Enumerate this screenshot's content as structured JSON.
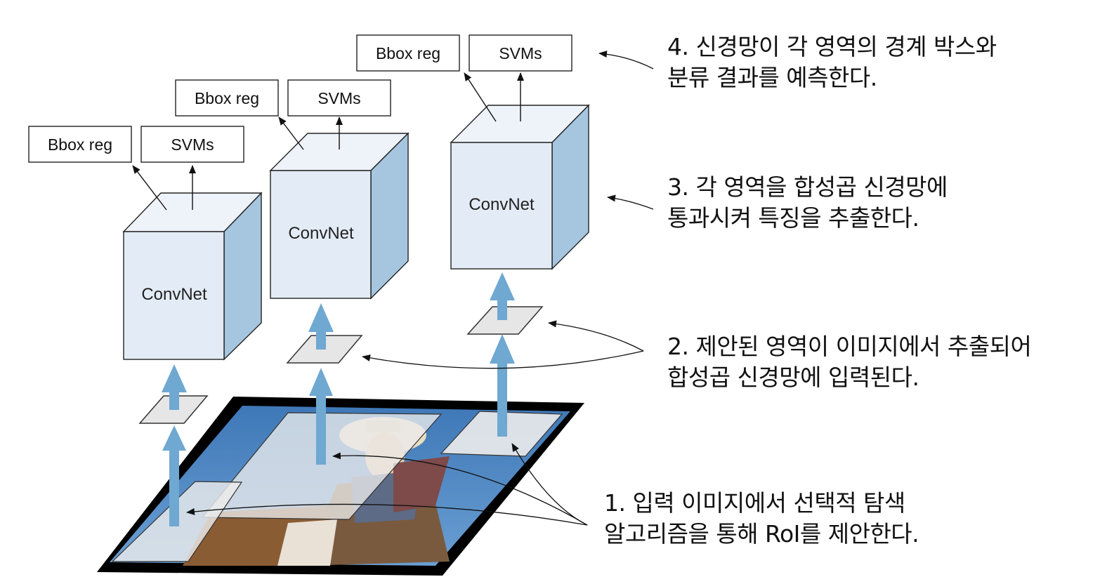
{
  "stages": [
    {
      "bbox_label": "Bbox reg",
      "svm_label": "SVMs",
      "net_label": "ConvNet"
    },
    {
      "bbox_label": "Bbox reg",
      "svm_label": "SVMs",
      "net_label": "ConvNet"
    },
    {
      "bbox_label": "Bbox reg",
      "svm_label": "SVMs",
      "net_label": "ConvNet"
    }
  ],
  "captions": {
    "step4": [
      "4. 신경망이 각 영역의 경계 박스와",
      "분류 결과를 예측한다."
    ],
    "step3": [
      "3. 각 영역을 합성곱 신경망에",
      "통과시켜 특징을 추출한다."
    ],
    "step2": [
      "2. 제안된 영역이 이미지에서 추출되어",
      "합성곱 신경망에 입력된다."
    ],
    "step1": [
      "1. 입력 이미지에서 선택적 탐색",
      "알고리즘을 통해 RoI를 제안한다."
    ]
  },
  "colors": {
    "cube_front": "#e3ecf6",
    "cube_top": "#eef3f9",
    "cube_side": "#a6c6e0",
    "flow_arrow": "#6fa8d1",
    "patch": "#e6e6e6",
    "sky": "#4f86c2"
  }
}
